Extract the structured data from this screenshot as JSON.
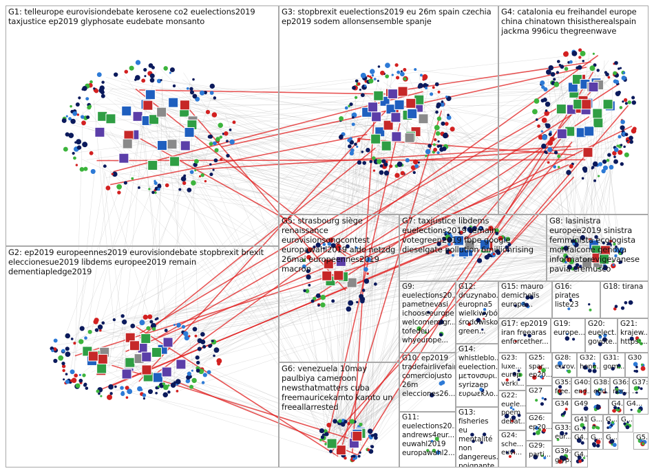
{
  "diagram": {
    "type": "network-graph",
    "groups": [
      {
        "id": "G1",
        "label": "G1: telleurope eurovisiondebate kerosene co2 euelections2019 taxjustice ep2019 glyphosate eudebate monsanto"
      },
      {
        "id": "G2",
        "label": "G2: ep2019 europeennes2019 eurovisiondebate stopbrexit brexit eleccionesue2019 libdems europee2019 remain dementiapledge2019"
      },
      {
        "id": "G3",
        "label": "G3: stopbrexit euelections2019 eu 26m spain czechia ep2019 sodem allonsensemble spanje"
      },
      {
        "id": "G4",
        "label": "G4: catalonia eu freihandel europe china chinatown thisistherealspain jackma 996icu thegreenwave"
      },
      {
        "id": "G5",
        "label": "G5: strasbourg siège renaissance eurovisionsongcontest europawahl2019 alde netzdg 26mai europeennes2019 macron"
      },
      {
        "id": "G6",
        "label": "G6: venezuela 10may paulbiya cameroon newsthatmatters cuba freemauricekamto kamto un freeallarrested"
      },
      {
        "id": "G7",
        "label": "G7: taxjustice libdems euelections2019 remain votegreen2019 fbpe google dieselgate pollution 6millionrising"
      },
      {
        "id": "G8",
        "label": "G8: lasinistra europee2019 sinistra femminista ecologista monfalcone genova informatorevigevanese pavia cremusco"
      },
      {
        "id": "G9",
        "label": "G9:\neuelections20...\npametnevasi\nichooseeurope\nwelcomemigr...\ntofedeu\nwhyeurope..."
      },
      {
        "id": "G10",
        "label": "G10: ep2019\ntradefairlivefair\ncomerciojusto\n26m\nelecciones26..."
      },
      {
        "id": "G11",
        "label": "G11:\neuelections20...\nandrews4eur...\neuwahl2019\neuropawahl2..."
      },
      {
        "id": "G12",
        "label": "G12:\ndruzynabo...\neuropna5\nwielkiwybór\nśrodowisko\ngreen..."
      },
      {
        "id": "G13",
        "label": "G13:\nfisheries eu\nmentalité\nnon\ndangereus...\npoignante..."
      },
      {
        "id": "G14",
        "label": "G14:\nwhistleblo...\neuelection...\nμετονσυρι...\nsyrizaep\nευρωεκλο..."
      },
      {
        "id": "G15",
        "label": "G15: mauro\ndemichelis\neuropa..."
      },
      {
        "id": "G16",
        "label": "G16: pirates\nliste23"
      },
      {
        "id": "G17",
        "label": "G17: ep2019\niran freearas\nenforcether..."
      },
      {
        "id": "G18",
        "label": "G18: tirana"
      },
      {
        "id": "G19",
        "label": "G19:\neurope..."
      },
      {
        "id": "G20",
        "label": "G20:\neuelect...\ngovote..."
      },
      {
        "id": "G21",
        "label": "G21:\nkrajew...\nhttps:..."
      },
      {
        "id": "G22",
        "label": "G22:\neuele...\npoem\ndebat..."
      },
      {
        "id": "G23",
        "label": "G23:\nluxe...\neurop\nverki..."
      },
      {
        "id": "G24",
        "label": "G24:\nsche...\neuvi..."
      },
      {
        "id": "G25",
        "label": "G25:\nspar...\nep20..."
      },
      {
        "id": "G26",
        "label": "G26:\nep20..."
      },
      {
        "id": "G27",
        "label": "G27"
      },
      {
        "id": "G28",
        "label": "G28:\neurov..."
      },
      {
        "id": "G29",
        "label": "G29:\nparti..."
      },
      {
        "id": "G30",
        "label": "G30"
      },
      {
        "id": "G31",
        "label": "G31:\ngom..."
      },
      {
        "id": "G32",
        "label": "G32:\nhone..."
      },
      {
        "id": "G33",
        "label": "G33:\neur..."
      },
      {
        "id": "G34",
        "label": "G34"
      },
      {
        "id": "G35",
        "label": "G35:\nfree..."
      },
      {
        "id": "G36",
        "label": "G36:\nnor..."
      },
      {
        "id": "G37",
        "label": "G37:\n..."
      },
      {
        "id": "G38",
        "label": "G38:\nend..."
      },
      {
        "id": "G39",
        "label": "G39:\nglyp..."
      },
      {
        "id": "G40",
        "label": "G40:\nend..."
      },
      {
        "id": "G41",
        "label": "G41:\nG..."
      },
      {
        "id": "G42",
        "label": "G4..."
      },
      {
        "id": "G43",
        "label": "G4..."
      },
      {
        "id": "G44",
        "label": "G4..."
      },
      {
        "id": "G45",
        "label": "G4..."
      },
      {
        "id": "G46",
        "label": "G..."
      },
      {
        "id": "G47",
        "label": "G..."
      },
      {
        "id": "G48",
        "label": "G..."
      },
      {
        "id": "G49",
        "label": "G49"
      },
      {
        "id": "G50",
        "label": "G5..."
      },
      {
        "id": "G51",
        "label": "G..."
      },
      {
        "id": "G52",
        "label": "G..."
      }
    ],
    "colors": {
      "box_border": "#a8a8a8",
      "edge_gray": "#9a9a9a",
      "edge_red": "#e01b1b",
      "node_navy": "#0b1a5c",
      "node_green": "#3cb43c",
      "node_blue": "#2d7ad6",
      "node_red": "#d32020"
    }
  }
}
